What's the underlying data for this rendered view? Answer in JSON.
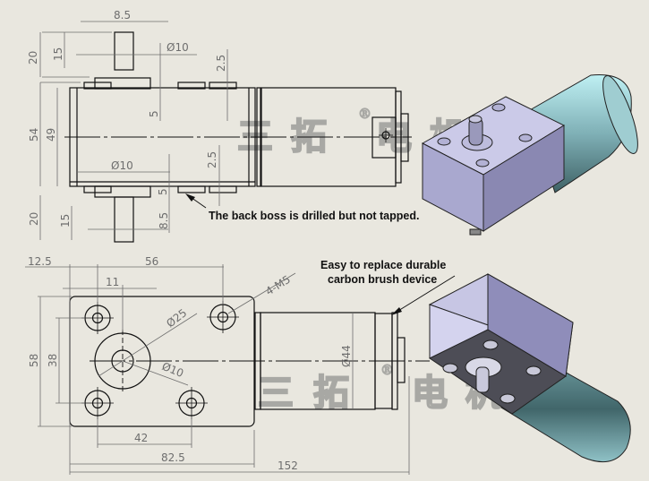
{
  "watermark": {
    "text": "三拓电机",
    "mark": "®",
    "chars": [
      "三",
      "拓",
      "电",
      "机"
    ]
  },
  "top_view": {
    "dims": {
      "shaft_offset": "8.5",
      "shaft_length_total": "20",
      "shaft_flat": "15",
      "shaft_dia": "Ø10",
      "boss_height_top": "2.5",
      "boss_thickness_top": "5",
      "body_height": "54",
      "inner_height": "49",
      "shaft_dia_bottom": "Ø10",
      "boss_height_bottom": "2.5",
      "boss_thickness_bottom": "5",
      "shaft_length_bottom": "20",
      "shaft_flat_bottom": "15",
      "shaft_offset_bottom": "8.5"
    },
    "note": "The back boss is drilled but not tapped."
  },
  "front_view": {
    "dims": {
      "edge_offset": "12.5",
      "hole_spacing_top": "56",
      "shaft_offset": "11",
      "boss_dia": "Ø25",
      "shaft_dia": "Ø10",
      "thread": "4-M5",
      "height": "58",
      "hole_spacing_vertical": "38",
      "hole_spacing_bottom": "42",
      "body_width": "82.5",
      "overall_length": "152",
      "motor_dia": "Ø44"
    },
    "note_line1": "Easy to replace durable",
    "note_line2": "carbon brush device"
  },
  "colors": {
    "background": "#e9e7df",
    "line": "#111111",
    "dimension": "#6e6e6e",
    "gearbox_top": "#c9c8e6",
    "gearbox_side": "#8f8db5",
    "motor": "#7fb3b9",
    "dark_face": "#4a4a52"
  }
}
